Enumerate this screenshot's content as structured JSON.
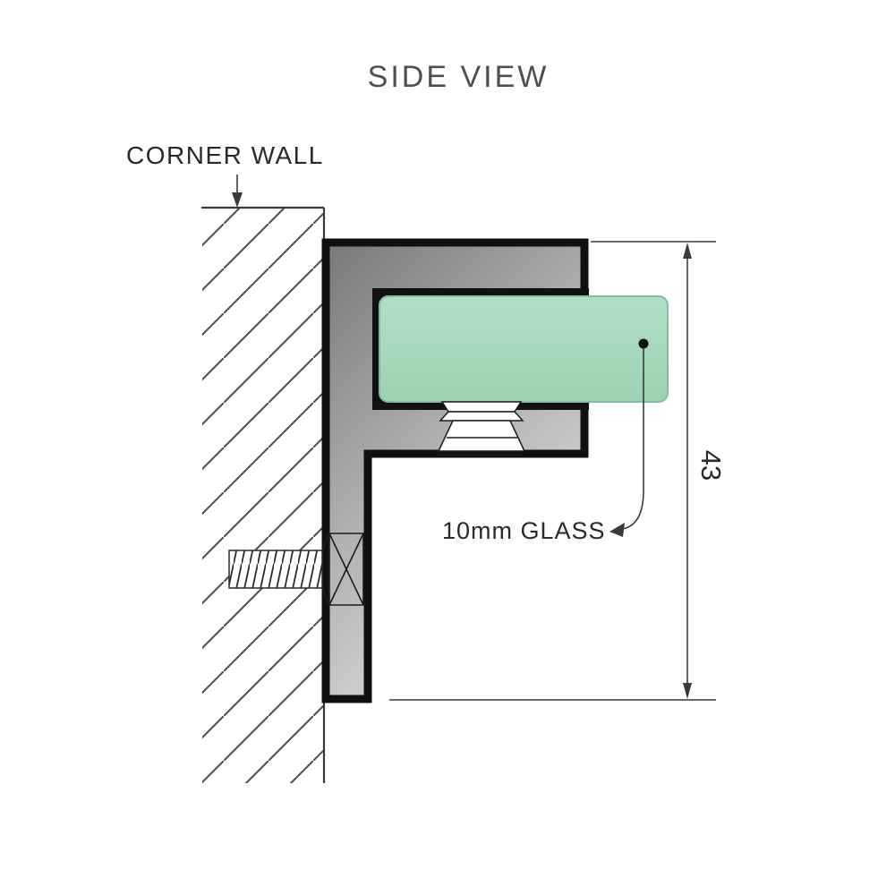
{
  "title": "SIDE VIEW",
  "annotations": {
    "corner_wall_label": "CORNER WALL",
    "glass_label": "10mm GLASS",
    "dimension_value": "43"
  },
  "colors": {
    "background": "#ffffff",
    "text_title": "#4f4f4f",
    "text_label": "#2a2a2a",
    "line": "#3a3a3a",
    "bracket_outline": "#101010",
    "metal_dark": "#787878",
    "metal_mid": "#aeaeae",
    "metal_light": "#dedede",
    "glass_fill_top": "#b2dfc5",
    "glass_fill_bottom": "#9cd1b1",
    "glass_edge": "#7fbf9d"
  }
}
